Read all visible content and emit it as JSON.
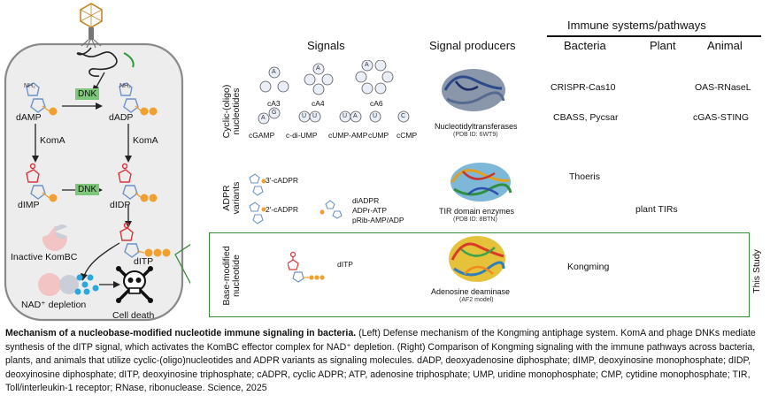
{
  "left_panel": {
    "dna_kinase": "DNK",
    "dna_kinase_2": "DNK",
    "koma_1": "KomA",
    "koma_2": "KomA",
    "damp": "dAMP",
    "dadp": "dADP",
    "dimp": "dIMP",
    "didp": "dIDP",
    "ditp": "dITP",
    "nh2_1": "NH₂",
    "nh2_2": "NH₂",
    "inactive": "Inactive KomBC",
    "nad_depletion": "NAD⁺ depletion",
    "cell_death": "Cell death"
  },
  "headers": {
    "immune": "Immune systems/pathways",
    "signals": "Signals",
    "producers": "Signal producers",
    "bacteria": "Bacteria",
    "plant": "Plant",
    "animal": "Animal"
  },
  "rows": {
    "cyclic": {
      "label_line1": "Cyclic-(oligo)",
      "label_line2": "nucleotides",
      "rings": [
        {
          "name": "cA3",
          "letter": "A"
        },
        {
          "name": "cA4",
          "letter": "A"
        },
        {
          "name": "cA6",
          "letter": "A"
        }
      ],
      "dinucs": [
        "cGAMP",
        "c-di-UMP",
        "cUMP-AMP",
        "cUMP",
        "cCMP"
      ],
      "dinuc_letters": [
        "A",
        "G",
        "U",
        "U",
        "U",
        "A",
        "U",
        "C"
      ],
      "producer": "Nucleotidyltransferases",
      "pdb": "(PDB ID: 6WT9)",
      "bacteria_1": "CRISPR-Cas10",
      "bacteria_2": "CBASS, Pycsar",
      "animal_1": "OAS-RNaseL",
      "animal_2": "cGAS-STING"
    },
    "adpr": {
      "label_line1": "ADPR",
      "label_line2": "variants",
      "sig_1": "3′-cADPR",
      "sig_2": "2′-cADPR",
      "sig_3": "diADPR",
      "sig_4": "ADPr-ATP",
      "sig_5": "pRib-AMP/ADP",
      "producer": "TIR domain enzymes",
      "pdb": "(PDB ID: 8BTN)",
      "bacteria": "Thoeris",
      "plant": "plant TIRs"
    },
    "base": {
      "label_line1": "Base-modified",
      "label_line2": "nucleotide",
      "signal": "dITP",
      "producer": "Adenosine deaminase",
      "pdb": "(AF2 model)",
      "bacteria": "Kongming",
      "this_study": "This Study"
    }
  },
  "caption": {
    "bold": "Mechanism of a nucleobase-modified nucleotide immune signaling in bacteria.",
    "text": " (Left) Defense mechanism of the Kongming antiphage system. KomA and phage DNKs mediate synthesis of the dITP signal, which activates the KomBC effector complex for NAD⁺ depletion. (Right) Comparison of Kongming signaling with the immune pathways across bacteria, plants, and animals that utilize cyclic-(oligo)nucleotides and ADPR variants as signaling molecules. dADP, deoxyadenosine diphosphate; dIMP, deoxyinosine monophosphate; dIDP, deoxyinosine diphosphate; dITP, deoxyinosine triphosphate; cADPR, cyclic ADPR; ATP, adenosine triphosphate; UMP, uridine monophosphate; CMP, cytidine monophosphate; TIR, Toll/interleukin-1 receptor; RNase, ribonuclease. Science, 2025"
  },
  "colors": {
    "phosphate": "#f0a030",
    "nucleoside": "#6d93c8",
    "inosine_o": "#d9343b",
    "dnk": "#7dc67a",
    "green_box": "#3c8a3a",
    "cell_fill": "#efefef"
  }
}
